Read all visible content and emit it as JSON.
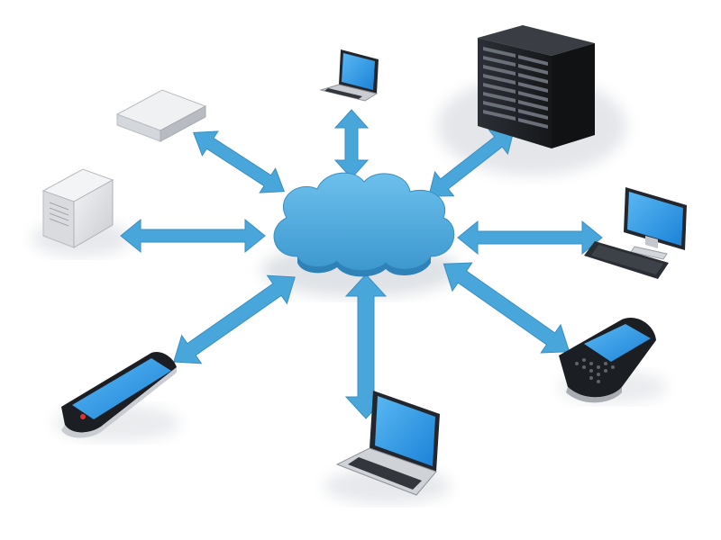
{
  "diagram": {
    "hub": {
      "icon": "cloud-icon",
      "color": "#4aa8db"
    },
    "connector": {
      "icon": "double-arrow-icon",
      "color": "#49a6da"
    },
    "devices": [
      {
        "id": "small-server",
        "icon": "network-appliance-icon"
      },
      {
        "id": "laptop-top",
        "icon": "laptop-icon"
      },
      {
        "id": "server-rack",
        "icon": "server-rack-icon"
      },
      {
        "id": "tower-server",
        "icon": "tower-server-icon"
      },
      {
        "id": "desktop-monitor",
        "icon": "desktop-computer-icon"
      },
      {
        "id": "smartphone",
        "icon": "smartphone-icon"
      },
      {
        "id": "blackberry",
        "icon": "qwerty-phone-icon"
      },
      {
        "id": "laptop-bottom",
        "icon": "laptop-icon"
      }
    ],
    "colors": {
      "screen": "#1f8fe0",
      "device_dark": "#1a1d22",
      "device_light": "#e3e6ea"
    }
  }
}
